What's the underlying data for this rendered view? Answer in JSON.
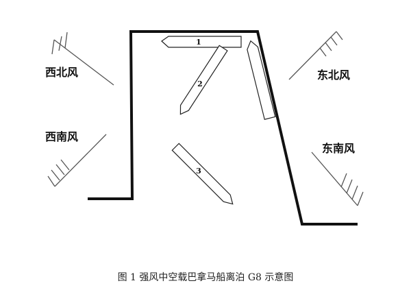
{
  "diagram": {
    "caption": "图 1  强风中空载巴拿马船离泊 G8 示意图",
    "winds": {
      "northwest": "西北风",
      "southwest": "西南风",
      "northeast": "东北风",
      "southeast": "东南风"
    },
    "ships": [
      {
        "number": "1"
      },
      {
        "number": "2"
      },
      {
        "number": "3"
      },
      {
        "number": ""
      }
    ],
    "colors": {
      "line": "#111111",
      "background": "#ffffff"
    }
  }
}
